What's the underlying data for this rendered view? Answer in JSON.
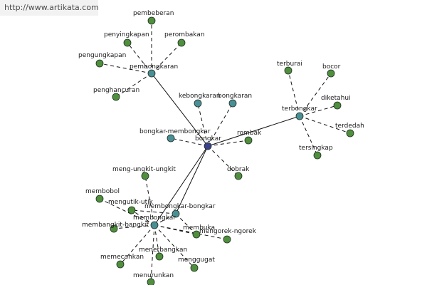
{
  "watermark": "http://www.artikata.com",
  "colors": {
    "leaf_node": "#4f8f3e",
    "hub_node": "#4a8f96",
    "root_node": "#3a3f8f",
    "node_outline": "#1e2e1e",
    "edge": "#111111"
  },
  "nodes": [
    {
      "id": "bongkar",
      "label": "bongkar",
      "kind": "root"
    },
    {
      "id": "pembongkaran",
      "label": "pembongkaran",
      "kind": "hub"
    },
    {
      "id": "kebongkaran",
      "label": "kebongkaran",
      "kind": "hub"
    },
    {
      "id": "bongkaran",
      "label": "bongkaran",
      "kind": "hub"
    },
    {
      "id": "terbongkar",
      "label": "terbongkar",
      "kind": "hub"
    },
    {
      "id": "bongkar-membongkar",
      "label": "bongkar-membongkar",
      "kind": "hub"
    },
    {
      "id": "membongkar-bongkar",
      "label": "membongkar-bongkar",
      "kind": "hub"
    },
    {
      "id": "membongkar",
      "label": "membongkar",
      "kind": "hub"
    },
    {
      "id": "pembeberan",
      "label": "pembeberan",
      "kind": "leaf"
    },
    {
      "id": "penyingkapan",
      "label": "penyingkapan",
      "kind": "leaf"
    },
    {
      "id": "perombakan",
      "label": "perombakan",
      "kind": "leaf"
    },
    {
      "id": "pengungkapan",
      "label": "pengungkapan",
      "kind": "leaf"
    },
    {
      "id": "penghancuran",
      "label": "penghancuran",
      "kind": "leaf"
    },
    {
      "id": "terburai",
      "label": "terburai",
      "kind": "leaf"
    },
    {
      "id": "bocor",
      "label": "bocor",
      "kind": "leaf"
    },
    {
      "id": "diketahui",
      "label": "diketahui",
      "kind": "leaf"
    },
    {
      "id": "terdedah",
      "label": "terdedah",
      "kind": "leaf"
    },
    {
      "id": "tersingkap",
      "label": "tersingkap",
      "kind": "leaf"
    },
    {
      "id": "rombak",
      "label": "rombak",
      "kind": "leaf"
    },
    {
      "id": "dobrak",
      "label": "dobrak",
      "kind": "leaf"
    },
    {
      "id": "meng-ungkit-ungkit",
      "label": "meng-ungkit-ungkit",
      "kind": "leaf"
    },
    {
      "id": "membobol",
      "label": "membobol",
      "kind": "leaf"
    },
    {
      "id": "mengutik-utik",
      "label": "mengutik-utik",
      "kind": "leaf"
    },
    {
      "id": "membangkit-bangkit",
      "label": "membangkit-bangkit",
      "kind": "leaf"
    },
    {
      "id": "membuka",
      "label": "membuka",
      "kind": "leaf"
    },
    {
      "id": "mengorek-ngorek",
      "label": "mengorek-ngorek",
      "kind": "leaf"
    },
    {
      "id": "memecahkan",
      "label": "memecahkan",
      "kind": "leaf"
    },
    {
      "id": "menerbangkan",
      "label": "menerbangkan",
      "kind": "leaf"
    },
    {
      "id": "menggugat",
      "label": "menggugat",
      "kind": "leaf"
    },
    {
      "id": "menurunkan",
      "label": "menurunkan",
      "kind": "leaf"
    }
  ],
  "edges": [
    {
      "from": "bongkar",
      "to": "pembongkaran",
      "style": "solid"
    },
    {
      "from": "bongkar",
      "to": "terbongkar",
      "style": "solid"
    },
    {
      "from": "bongkar",
      "to": "membongkar-bongkar",
      "style": "solid"
    },
    {
      "from": "bongkar",
      "to": "membongkar",
      "style": "solid"
    },
    {
      "from": "bongkar",
      "to": "kebongkaran",
      "style": "dashed"
    },
    {
      "from": "bongkar",
      "to": "bongkaran",
      "style": "dashed"
    },
    {
      "from": "bongkar",
      "to": "bongkar-membongkar",
      "style": "dashed"
    },
    {
      "from": "bongkar",
      "to": "rombak",
      "style": "dashed"
    },
    {
      "from": "bongkar",
      "to": "dobrak",
      "style": "dashed"
    },
    {
      "from": "pembongkaran",
      "to": "pembeberan",
      "style": "dashed"
    },
    {
      "from": "pembongkaran",
      "to": "penyingkapan",
      "style": "dashed"
    },
    {
      "from": "pembongkaran",
      "to": "perombakan",
      "style": "dashed"
    },
    {
      "from": "pembongkaran",
      "to": "pengungkapan",
      "style": "dashed"
    },
    {
      "from": "pembongkaran",
      "to": "penghancuran",
      "style": "dashed"
    },
    {
      "from": "terbongkar",
      "to": "terburai",
      "style": "dashed"
    },
    {
      "from": "terbongkar",
      "to": "bocor",
      "style": "dashed"
    },
    {
      "from": "terbongkar",
      "to": "diketahui",
      "style": "dashed"
    },
    {
      "from": "terbongkar",
      "to": "terdedah",
      "style": "dashed"
    },
    {
      "from": "terbongkar",
      "to": "tersingkap",
      "style": "dashed"
    },
    {
      "from": "membongkar",
      "to": "meng-ungkit-ungkit",
      "style": "dashed"
    },
    {
      "from": "membongkar",
      "to": "membobol",
      "style": "dashed"
    },
    {
      "from": "membongkar",
      "to": "mengutik-utik",
      "style": "dashed"
    },
    {
      "from": "membongkar",
      "to": "membangkit-bangkit",
      "style": "dashed"
    },
    {
      "from": "membongkar",
      "to": "membuka",
      "style": "dashed"
    },
    {
      "from": "membongkar",
      "to": "mengorek-ngorek",
      "style": "dashed"
    },
    {
      "from": "membongkar",
      "to": "memecahkan",
      "style": "dashed"
    },
    {
      "from": "membongkar",
      "to": "menerbangkan",
      "style": "dashed"
    },
    {
      "from": "membongkar",
      "to": "menggugat",
      "style": "dashed"
    },
    {
      "from": "membongkar",
      "to": "menurunkan",
      "style": "dashed"
    },
    {
      "from": "membongkar",
      "to": "membongkar-bongkar",
      "style": "dashed"
    },
    {
      "from": "membongkar-bongkar",
      "to": "mengutik-utik",
      "style": "dashed"
    },
    {
      "from": "membongkar-bongkar",
      "to": "membuka",
      "style": "dashed"
    }
  ]
}
